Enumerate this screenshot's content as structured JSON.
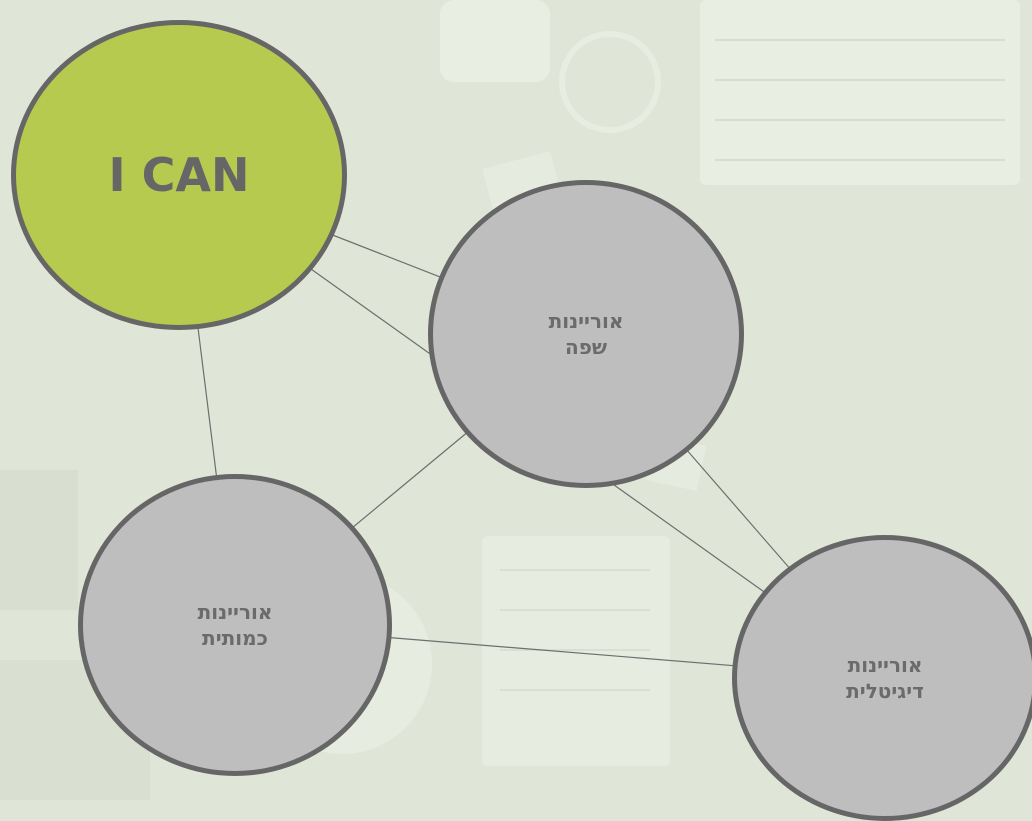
{
  "diagram": {
    "nodes": [
      {
        "id": "ican",
        "label": "I CAN",
        "color": "#b5ca4e"
      },
      {
        "id": "language",
        "label": "אוריינות\nשפה",
        "color": "#bebebe"
      },
      {
        "id": "quantitative",
        "label": "אוריינות\nכמותית",
        "color": "#bebebe"
      },
      {
        "id": "digital",
        "label": "אוריינות\nדיגיטלית",
        "color": "#bebebe"
      }
    ],
    "edges": [
      [
        "ican",
        "language"
      ],
      [
        "ican",
        "quantitative"
      ],
      [
        "ican",
        "digital"
      ],
      [
        "language",
        "quantitative"
      ],
      [
        "language",
        "digital"
      ],
      [
        "quantitative",
        "digital"
      ]
    ],
    "border_color": "#666666",
    "line_color": "#6e6e6e",
    "background_color": "#dfe6d8"
  }
}
